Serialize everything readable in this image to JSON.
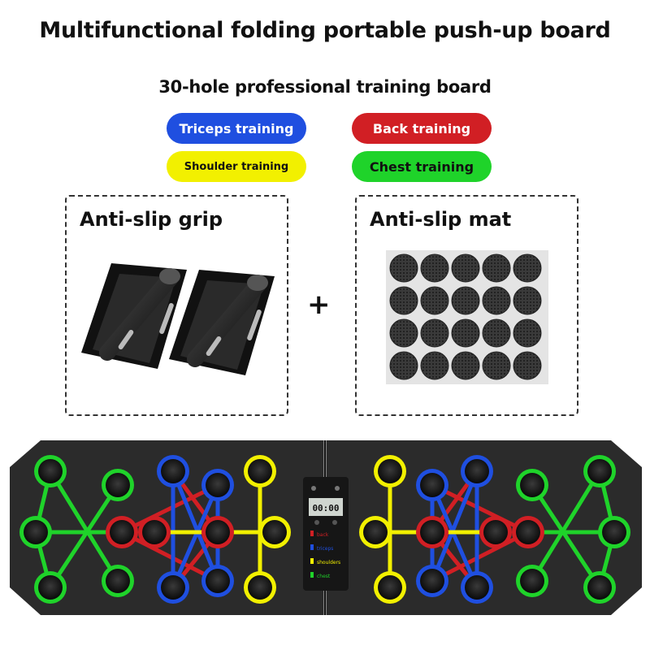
{
  "header": {
    "title": "Multifunctional folding portable push-up board",
    "subtitle": "30-hole professional training board"
  },
  "categories": {
    "triceps": "Triceps training",
    "back": "Back training",
    "shoulder": "Shoulder training",
    "chest": "Chest training"
  },
  "accessories": {
    "grip_label": "Anti-slip grip",
    "mat_label": "Anti-slip mat",
    "plus": "+"
  },
  "board": {
    "display": "00:00",
    "legend": [
      "back",
      "triceps",
      "shoulders",
      "chest"
    ]
  },
  "colors": {
    "triceps": "#1f4fe0",
    "back": "#d11f24",
    "shoulder": "#f2f000",
    "chest": "#1fd32a"
  }
}
